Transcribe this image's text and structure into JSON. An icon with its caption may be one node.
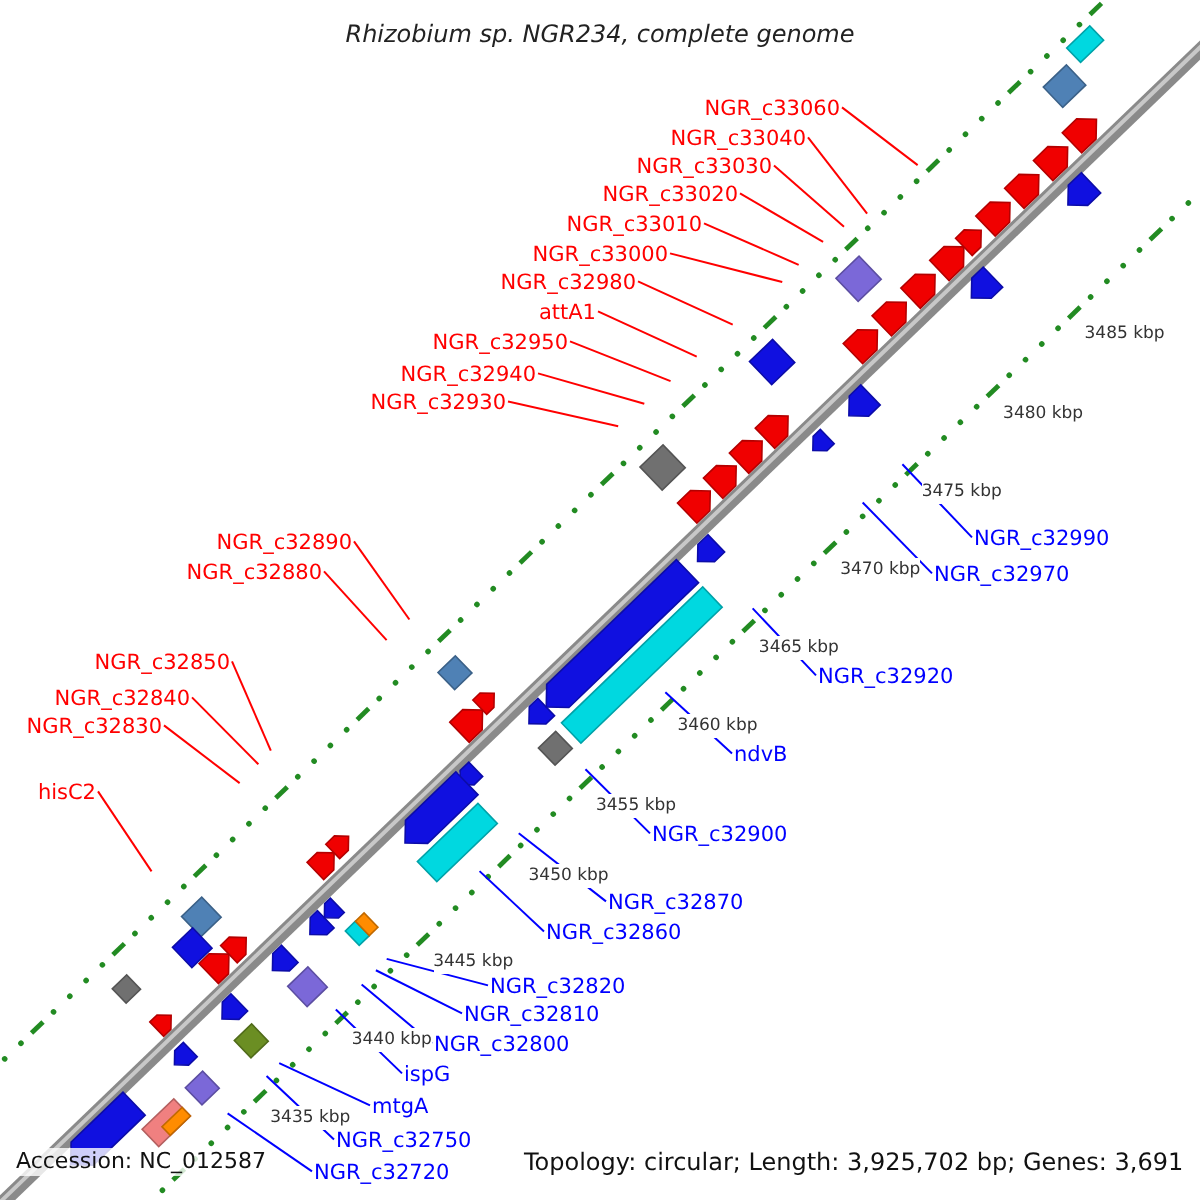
{
  "diagram": {
    "title": "Rhizobium sp. NGR234, complete genome",
    "nodes": [
      {
        "text": [
          "NGR_c33060"
        ]
      },
      {
        "text": [
          "NGR_c33040"
        ]
      },
      {
        "text": [
          "NGR_c33030"
        ]
      },
      {
        "text": [
          "NGR_c33020"
        ]
      },
      {
        "text": [
          "NGR_c33010"
        ]
      },
      {
        "text": [
          "NGR_c33000"
        ]
      },
      {
        "text": [
          "NGR_c32980"
        ]
      },
      {
        "text": [
          "attA1"
        ]
      },
      {
        "text": [
          "NGR_c32950"
        ]
      },
      {
        "text": [
          "NGR_c32940"
        ]
      },
      {
        "text": [
          "NGR_c32930"
        ]
      },
      {
        "text": [
          "NGR_c32890"
        ]
      },
      {
        "text": [
          "NGR_c32880"
        ]
      },
      {
        "text": [
          "NGR_c32850"
        ]
      },
      {
        "text": [
          "NGR_c32840"
        ]
      },
      {
        "text": [
          "NGR_c32830"
        ]
      },
      {
        "text": [
          "hisC2"
        ]
      },
      {
        "text": [
          "NGR_c32990"
        ]
      },
      {
        "text": [
          "NGR_c32970"
        ]
      },
      {
        "text": [
          "NGR_c32920"
        ]
      },
      {
        "text": [
          "ndvB"
        ]
      },
      {
        "text": [
          "NGR_c32900"
        ]
      },
      {
        "text": [
          "NGR_c32870"
        ]
      },
      {
        "text": [
          "NGR_c32860"
        ]
      },
      {
        "text": [
          "NGR_c32820"
        ]
      },
      {
        "text": [
          "NGR_c32810"
        ]
      },
      {
        "text": [
          "NGR_c32800"
        ]
      },
      {
        "text": [
          "ispG"
        ]
      },
      {
        "text": [
          "mtgA"
        ]
      },
      {
        "text": [
          "NGR_c32750"
        ]
      },
      {
        "text": [
          "NGR_c32720"
        ]
      }
    ],
    "edges": [
      {
        "from": 0,
        "to": null,
        "arrow": "none"
      },
      {
        "from": 1,
        "to": null,
        "arrow": "none"
      },
      {
        "from": 2,
        "to": null,
        "arrow": "none"
      },
      {
        "from": 3,
        "to": null,
        "arrow": "none"
      },
      {
        "from": 4,
        "to": null,
        "arrow": "none"
      },
      {
        "from": 5,
        "to": null,
        "arrow": "none"
      },
      {
        "from": 6,
        "to": null,
        "arrow": "none"
      },
      {
        "from": 7,
        "to": null,
        "arrow": "none"
      },
      {
        "from": 8,
        "to": null,
        "arrow": "none"
      },
      {
        "from": 9,
        "to": null,
        "arrow": "none"
      },
      {
        "from": 10,
        "to": null,
        "arrow": "none"
      },
      {
        "from": 11,
        "to": null,
        "arrow": "none"
      },
      {
        "from": 12,
        "to": null,
        "arrow": "none"
      },
      {
        "from": 13,
        "to": null,
        "arrow": "none"
      },
      {
        "from": 14,
        "to": null,
        "arrow": "none"
      },
      {
        "from": 15,
        "to": null,
        "arrow": "none"
      },
      {
        "from": 16,
        "to": null,
        "arrow": "none"
      },
      {
        "from": 17,
        "to": null,
        "arrow": "none",
        "color": "#0000ff"
      },
      {
        "from": 18,
        "to": null,
        "arrow": "none",
        "color": "#0000ff"
      },
      {
        "from": 19,
        "to": null,
        "arrow": "none",
        "color": "#0000ff"
      },
      {
        "from": 20,
        "to": null,
        "arrow": "none",
        "color": "#0000ff"
      },
      {
        "from": 21,
        "to": null,
        "arrow": "none",
        "color": "#0000ff"
      },
      {
        "from": 22,
        "to": null,
        "arrow": "none",
        "color": "#0000ff"
      },
      {
        "from": 23,
        "to": null,
        "arrow": "none",
        "color": "#0000ff"
      },
      {
        "from": 24,
        "to": null,
        "arrow": "none",
        "color": "#0000ff"
      },
      {
        "from": 25,
        "to": null,
        "arrow": "none",
        "color": "#0000ff"
      },
      {
        "from": 26,
        "to": null,
        "arrow": "none",
        "color": "#0000ff"
      },
      {
        "from": 27,
        "to": null,
        "arrow": "none",
        "color": "#0000ff"
      },
      {
        "from": 28,
        "to": null,
        "arrow": "none",
        "color": "#0000ff"
      },
      {
        "from": 29,
        "to": null,
        "arrow": "none",
        "color": "#0000ff"
      },
      {
        "from": 30,
        "to": null,
        "arrow": "none",
        "color": "#0000ff"
      }
    ],
    "labels": [
      "3485 kbp",
      "3480 kbp",
      "3475 kbp",
      "3470 kbp",
      "3465 kbp",
      "3460 kbp",
      "3455 kbp",
      "3450 kbp",
      "3445 kbp",
      "3440 kbp",
      "3435 kbp",
      "Accession: NC_012587",
      "Topology: circular; Length: 3,925,702 bp; Genes: 3,691"
    ]
  }
}
